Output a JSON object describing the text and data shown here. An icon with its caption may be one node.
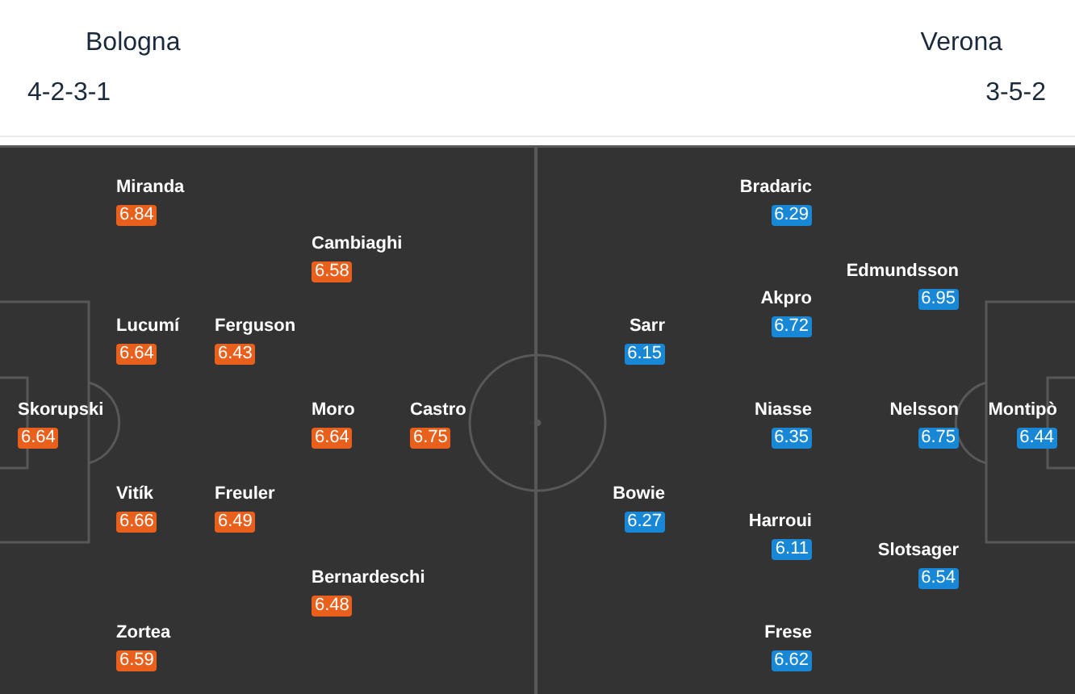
{
  "diagram": {
    "nodes": [
      {
        "text": [
          "Bologna",
          "4-2-3-1"
        ]
      },
      {
        "text": [
          "6.84"
        ],
        "beside": [
          "Miranda"
        ],
        "in": 0
      },
      {
        "text": [
          "6.58"
        ],
        "beside": [
          "Cambiaghi"
        ],
        "in": 0
      },
      {
        "text": [
          "6.64"
        ],
        "beside": [
          "Lucumí"
        ],
        "in": 0
      },
      {
        "text": [
          "6.43"
        ],
        "beside": [
          "Ferguson"
        ],
        "in": 0
      },
      {
        "text": [
          "6.64"
        ],
        "beside": [
          "Skorupski"
        ],
        "in": 0
      },
      {
        "text": [
          "6.64"
        ],
        "beside": [
          "Moro"
        ],
        "in": 0
      },
      {
        "text": [
          "6.75"
        ],
        "beside": [
          "Castro"
        ],
        "in": 0
      },
      {
        "text": [
          "6.66"
        ],
        "beside": [
          "Vitík"
        ],
        "in": 0
      },
      {
        "text": [
          "6.49"
        ],
        "beside": [
          "Freuler"
        ],
        "in": 0
      },
      {
        "text": [
          "6.48"
        ],
        "beside": [
          "Bernardeschi"
        ],
        "in": 0
      },
      {
        "text": [
          "6.59"
        ],
        "beside": [
          "Zortea"
        ],
        "in": 0
      },
      {
        "text": [
          "Verona",
          "3-5-2"
        ]
      },
      {
        "text": [
          "6.29"
        ],
        "beside": [
          "Bradaric"
        ],
        "in": 12
      },
      {
        "text": [
          "6.95"
        ],
        "beside": [
          "Edmundsson"
        ],
        "in": 12
      },
      {
        "text": [
          "6.72"
        ],
        "beside": [
          "Akpro"
        ],
        "in": 12
      },
      {
        "text": [
          "6.15"
        ],
        "beside": [
          "Sarr"
        ],
        "in": 12
      },
      {
        "text": [
          "6.35"
        ],
        "beside": [
          "Niasse"
        ],
        "in": 12
      },
      {
        "text": [
          "6.75"
        ],
        "beside": [
          "Nelsson"
        ],
        "in": 12
      },
      {
        "text": [
          "6.44"
        ],
        "beside": [
          "Montipò"
        ],
        "in": 12
      },
      {
        "text": [
          "6.27"
        ],
        "beside": [
          "Bowie"
        ],
        "in": 12
      },
      {
        "text": [
          "6.11"
        ],
        "beside": [
          "Harroui"
        ],
        "in": 12
      },
      {
        "text": [
          "6.54"
        ],
        "beside": [
          "Slotsager"
        ],
        "in": 12
      },
      {
        "text": [
          "6.62"
        ],
        "beside": [
          "Frese"
        ],
        "in": 12
      }
    ]
  }
}
